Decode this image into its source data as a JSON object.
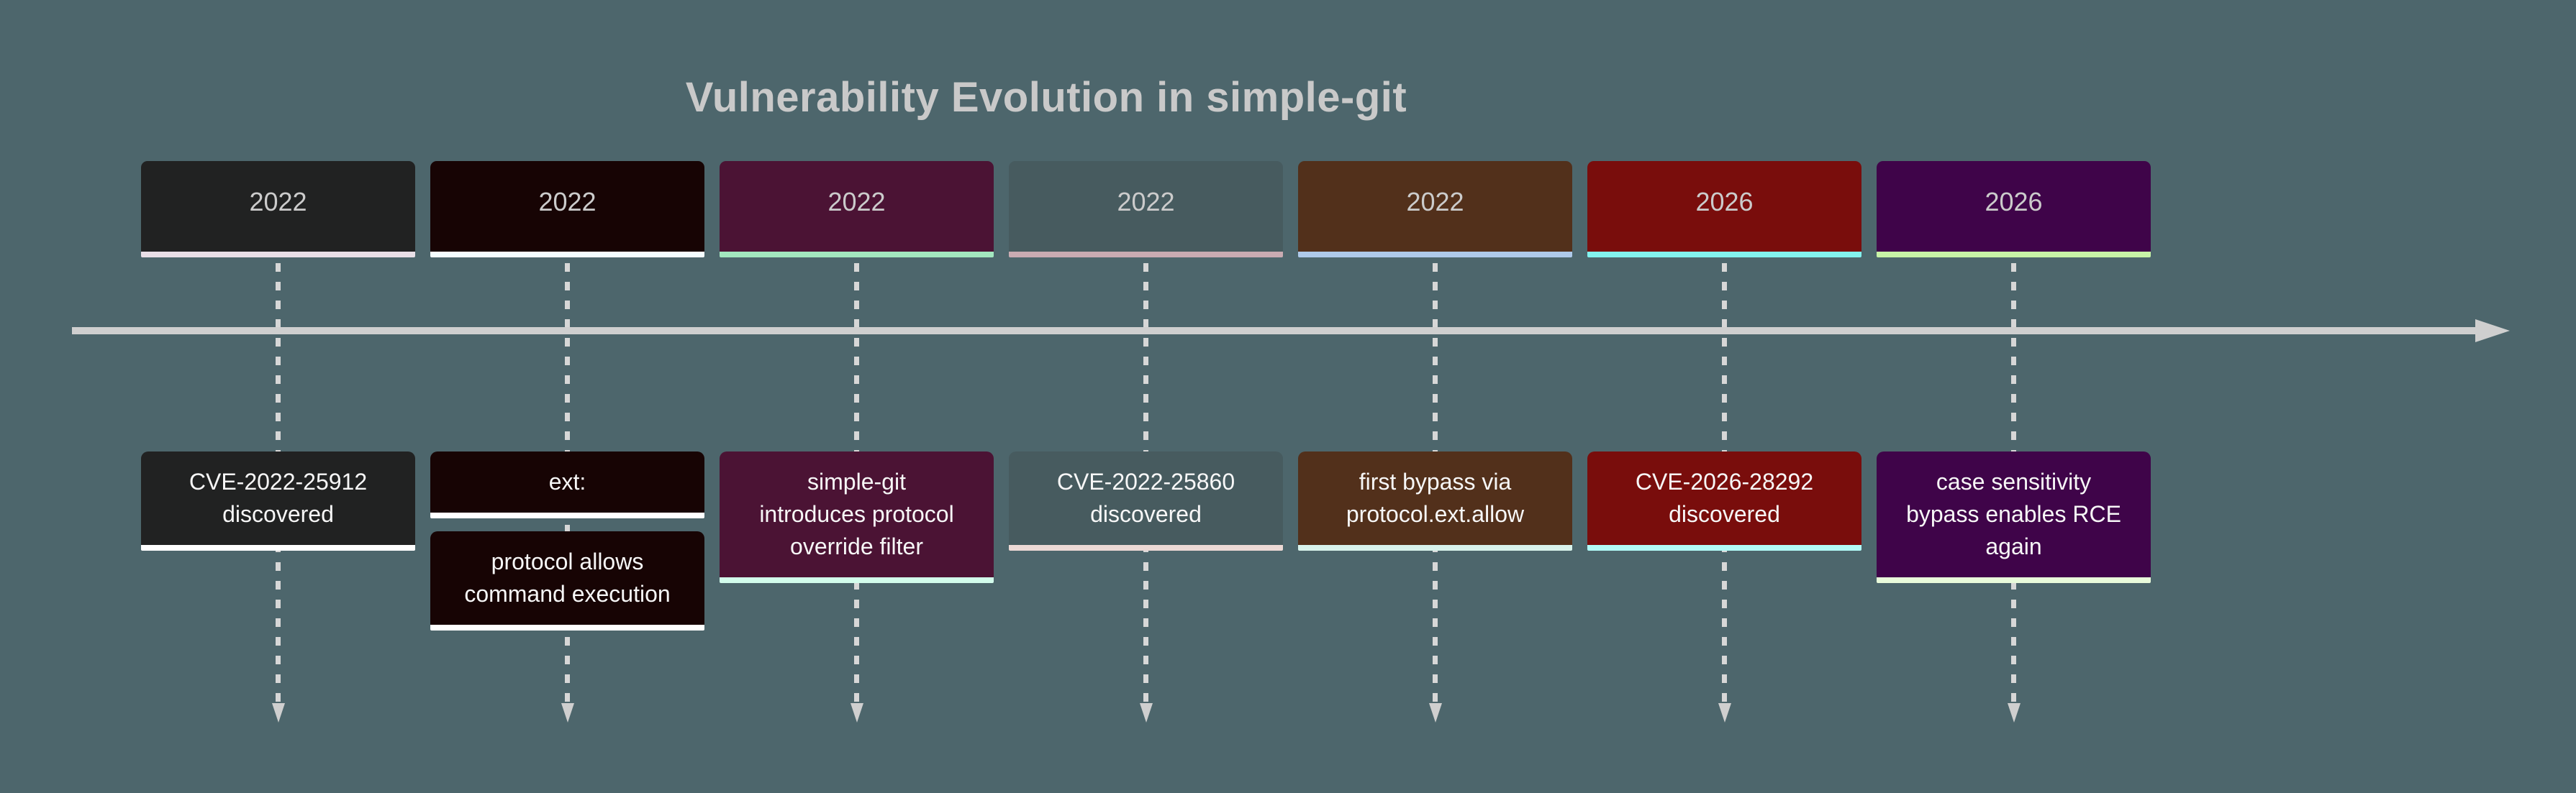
{
  "title": "Vulnerability Evolution in simple-git",
  "colors": {
    "background": "#4d666c",
    "axis": "#cfcfcf",
    "dashed_guides": "#d7d7d7",
    "title_text": "#c9c9c9",
    "year_text": "#cbcbcb",
    "event_text": "#f7f7f7"
  },
  "timeline": {
    "sections": [
      {
        "year": "2022",
        "fill": "#212222",
        "header_line": "#e9dfe7",
        "event_line": "#ffffff",
        "events": [
          {
            "text": "CVE-2022-25912 discovered",
            "lines": [
              "CVE-2022-25912",
              "discovered"
            ]
          }
        ]
      },
      {
        "year": "2022",
        "fill": "#170404",
        "header_line": "#f4fdff",
        "event_line": "#ffffff",
        "events": [
          {
            "text": "ext:",
            "lines": [
              "ext:"
            ]
          },
          {
            "text": "protocol allows command execution",
            "lines": [
              "protocol allows",
              "command execution"
            ]
          }
        ]
      },
      {
        "year": "2022",
        "fill": "#4b1334",
        "header_line": "#a3e7bf",
        "event_line": "#d3fdec",
        "events": [
          {
            "text": "simple-git introduces protocol override filter",
            "lines": [
              "simple-git",
              "introduces protocol",
              "override filter"
            ]
          }
        ]
      },
      {
        "year": "2022",
        "fill": "#475b5f",
        "header_line": "#c9abb2",
        "event_line": "#ecd9d5",
        "events": [
          {
            "text": "CVE-2022-25860 discovered",
            "lines": [
              "CVE-2022-25860",
              "discovered"
            ]
          }
        ]
      },
      {
        "year": "2022",
        "fill": "#52301b",
        "header_line": "#aec9e9",
        "event_line": "#d9f3ec",
        "events": [
          {
            "text": "first bypass via protocol.ext.allow",
            "lines": [
              "first bypass via",
              "protocol.ext.allow"
            ]
          }
        ]
      },
      {
        "year": "2026",
        "fill": "#790d0c",
        "header_line": "#83f2ee",
        "event_line": "#b2fcf8",
        "events": [
          {
            "text": "CVE-2026-28292 discovered",
            "lines": [
              "CVE-2026-28292",
              "discovered"
            ]
          }
        ]
      },
      {
        "year": "2026",
        "fill": "#3f0449",
        "header_line": "#c8f3a7",
        "event_line": "#e9fbdb",
        "events": [
          {
            "text": "case sensitivity bypass enables RCE again",
            "lines": [
              "case sensitivity",
              "bypass enables RCE",
              "again"
            ]
          }
        ]
      }
    ]
  }
}
